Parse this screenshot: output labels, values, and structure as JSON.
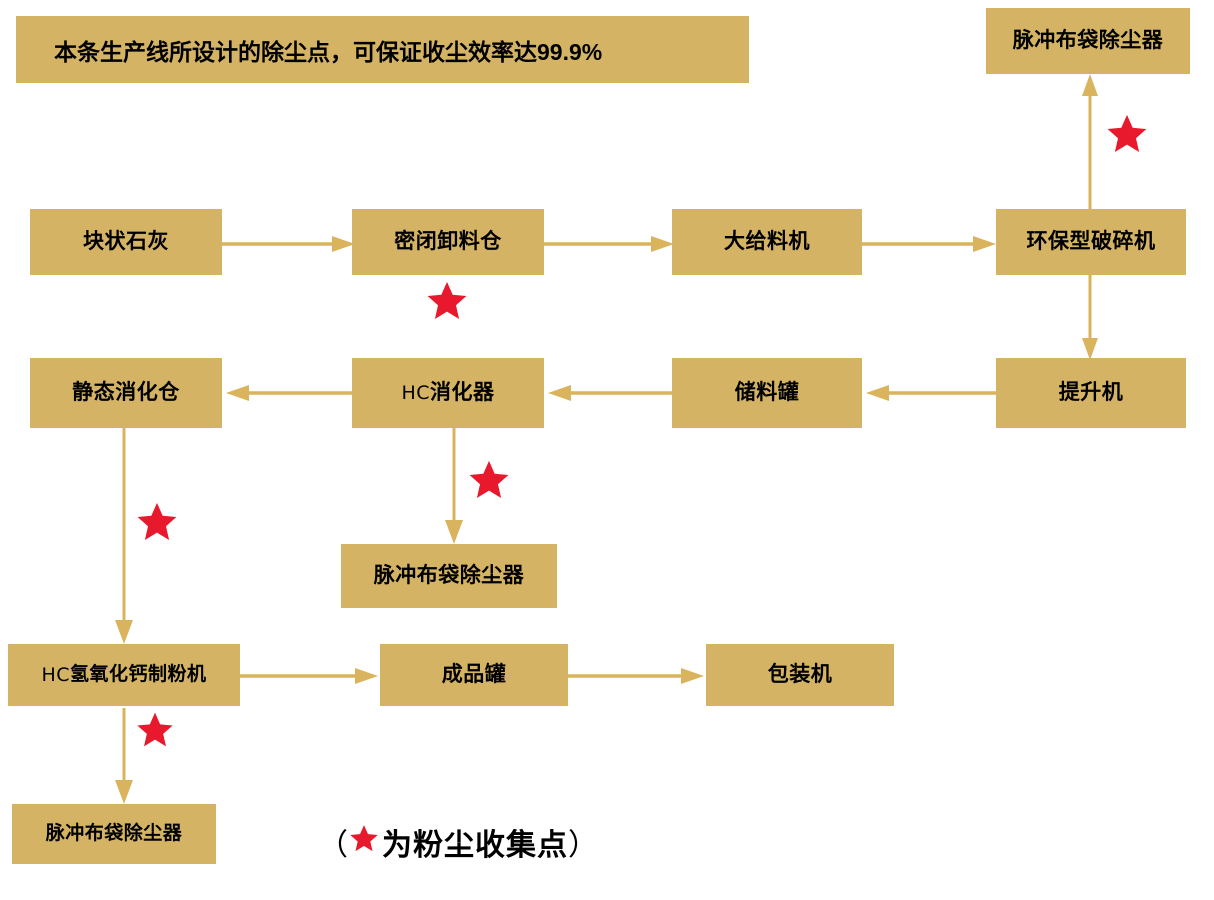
{
  "banner": {
    "text": "本条生产线所设计的除尘点，可保证收尘效率达99.9%"
  },
  "nodes": {
    "top_dust_collector": "脉冲布袋除尘器",
    "lump_lime": "块状石灰",
    "sealed_unload_bin": "密闭卸料仓",
    "large_feeder": "大给料机",
    "eco_crusher": "环保型破碎机",
    "static_digestion_bin": "静态消化仓",
    "hc_digester_pre": "HC",
    "hc_digester_main": "消化器",
    "storage_tank": "储料罐",
    "elevator": "提升机",
    "mid_dust_collector": "脉冲布袋除尘器",
    "hc_powder_mill_pre": "HC",
    "hc_powder_mill_main": "氢氧化钙制粉机",
    "product_tank": "成品罐",
    "packaging_machine": "包装机",
    "bottom_dust_collector": "脉冲布袋除尘器"
  },
  "legend": {
    "open_paren": "（",
    "star_glyph": "★",
    "text": "为粉尘收集点",
    "close_paren": "）"
  },
  "colors": {
    "box_fill": "#d4b464",
    "arrow": "#d9b45c",
    "star": "#e8192c",
    "text": "#000000",
    "background": "#ffffff"
  },
  "flow": {
    "edges": [
      {
        "from": "块状石灰",
        "to": "密闭卸料仓",
        "direction": "right"
      },
      {
        "from": "密闭卸料仓",
        "to": "大给料机",
        "direction": "right"
      },
      {
        "from": "大给料机",
        "to": "环保型破碎机",
        "direction": "right"
      },
      {
        "from": "环保型破碎机",
        "to": "脉冲布袋除尘器",
        "direction": "up"
      },
      {
        "from": "环保型破碎机",
        "to": "提升机",
        "direction": "down"
      },
      {
        "from": "提升机",
        "to": "储料罐",
        "direction": "left"
      },
      {
        "from": "储料罐",
        "to": "HC消化器",
        "direction": "left"
      },
      {
        "from": "HC消化器",
        "to": "静态消化仓",
        "direction": "left"
      },
      {
        "from": "HC消化器",
        "to": "脉冲布袋除尘器",
        "direction": "down"
      },
      {
        "from": "静态消化仓",
        "to": "HC氢氧化钙制粉机",
        "direction": "down"
      },
      {
        "from": "HC氢氧化钙制粉机",
        "to": "成品罐",
        "direction": "right"
      },
      {
        "from": "成品罐",
        "to": "包装机",
        "direction": "right"
      },
      {
        "from": "HC氢氧化钙制粉机",
        "to": "脉冲布袋除尘器",
        "direction": "down"
      }
    ],
    "dust_collection_points": 5
  }
}
